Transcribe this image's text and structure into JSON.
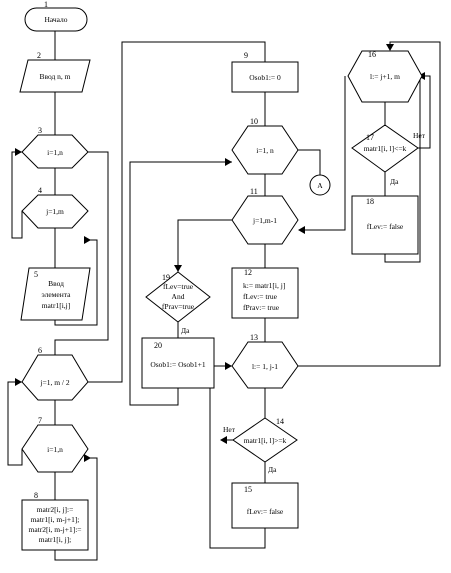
{
  "blocks": {
    "b1": {
      "num": "1",
      "lines": [
        "Начало"
      ]
    },
    "b2": {
      "num": "2",
      "lines": [
        "Ввод n, m"
      ]
    },
    "b3": {
      "num": "3",
      "lines": [
        "i=1,n"
      ]
    },
    "b4": {
      "num": "4",
      "lines": [
        "j=1,m"
      ]
    },
    "b5": {
      "num": "5",
      "lines": [
        "Ввод",
        "элемента",
        "matr1[i,j]"
      ]
    },
    "b6": {
      "num": "6",
      "lines": [
        "j=1, m / 2"
      ]
    },
    "b7": {
      "num": "7",
      "lines": [
        "i=1,n"
      ]
    },
    "b8": {
      "num": "8",
      "lines": [
        "matr2[i, j]:=",
        "matr1[i, m-j+1];",
        "matr2[i, m-j+1]:=",
        "matr1[i, j];"
      ]
    },
    "b9": {
      "num": "9",
      "lines": [
        "Osob1:= 0"
      ]
    },
    "b10": {
      "num": "10",
      "lines": [
        "i=1, n"
      ]
    },
    "b11": {
      "num": "11",
      "lines": [
        "j=1,m-1"
      ]
    },
    "b12": {
      "num": "12",
      "lines": [
        "k:= matr1[i, j]",
        "fLev:= true",
        "fPrav:= true"
      ]
    },
    "b13": {
      "num": "13",
      "lines": [
        "l:= 1, j-1"
      ]
    },
    "b14": {
      "num": "14",
      "lines": [
        "matr1[i, l]>=k"
      ]
    },
    "b15": {
      "num": "15",
      "lines": [
        "fLev:= false"
      ]
    },
    "b16": {
      "num": "16",
      "lines": [
        "l:= j+1, m"
      ]
    },
    "b17": {
      "num": "17",
      "lines": [
        "matr1[i, l]<=k"
      ]
    },
    "b18": {
      "num": "18",
      "lines": [
        "fLev:= false"
      ]
    },
    "b19": {
      "num": "19",
      "lines": [
        "fLev=true",
        "And",
        "fPrav=true"
      ]
    },
    "b20": {
      "num": "20",
      "lines": [
        "Osob1:= Osob1+1"
      ]
    }
  },
  "connector": {
    "label": "A"
  },
  "branch_labels": {
    "yes_14": "Да",
    "no_14": "Нет",
    "yes_17": "Да",
    "no_17": "Нет",
    "yes_19": "Да"
  }
}
